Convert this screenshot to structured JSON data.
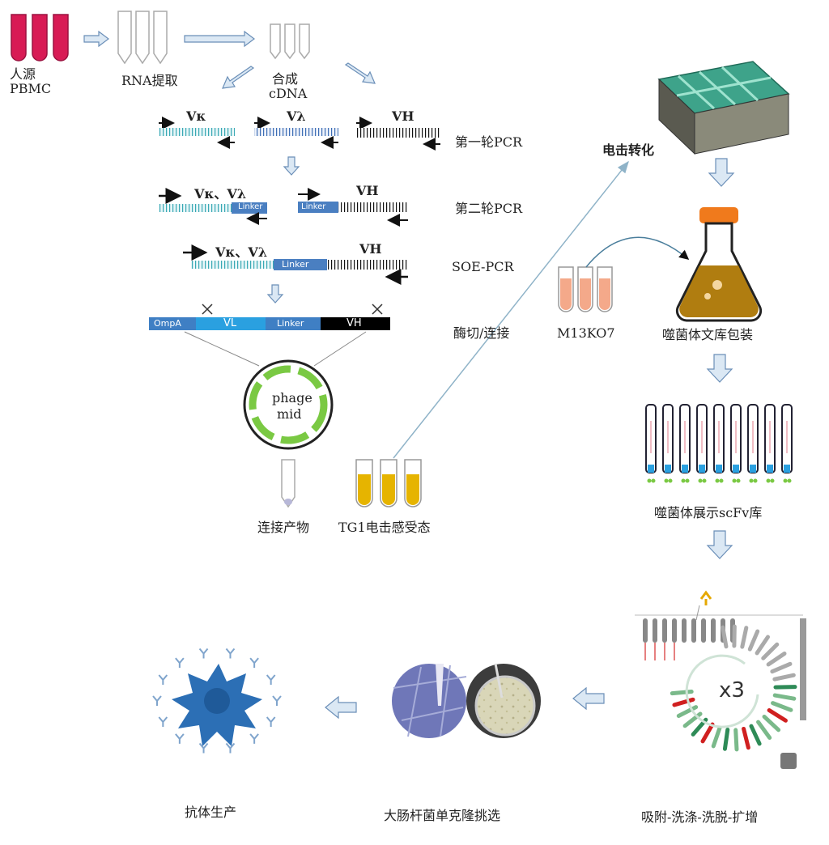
{
  "labels": {
    "pbmc_line1": "人源",
    "pbmc_line2": "PBMC",
    "rna": "RNA提取",
    "cdna_line1": "合成",
    "cdna_line2": "cDNA",
    "vk": "Vκ",
    "vl": "Vλ",
    "vh": "VH",
    "pcr1": "第一轮PCR",
    "vkvl": "Vκ、Vλ",
    "pcr2": "第二轮PCR",
    "linker": "Linker",
    "soe": "SOE-PCR",
    "digest": "酶切/连接",
    "phagemid_line1": "phage",
    "phagemid_line2": "mid",
    "ligation": "连接产物",
    "tg1": "TG1电击感受态",
    "electro": "电击转化",
    "m13": "M13KO7",
    "packaging": "噬菌体文库包装",
    "scfv_lib": "噬菌体展示scFv库",
    "panning": "吸附-洗涤-洗脱-扩增",
    "x3": "x3",
    "clone": "大肠杆菌单克隆挑选",
    "antibody": "抗体生产"
  },
  "vector": {
    "ompa": "OmpA",
    "vl": "VL",
    "linker": "Linker",
    "vh": "VH"
  },
  "colors": {
    "tube_red": "#d81b55",
    "tube_yellow": "#e6b400",
    "tube_peach": "#f4a98a",
    "dna_teal": "#3aa9b4",
    "dna_blue": "#3f6fb5",
    "dna_black": "#111111",
    "linker_blue": "#4a7fc1",
    "arrow_fill": "#dbe8f4",
    "arrow_stroke": "#6b8fb8",
    "flask_liquid": "#b07d10",
    "flask_cap": "#f07a1c",
    "plasmid_green": "#7ac943",
    "crate_green": "#3ea38a"
  }
}
